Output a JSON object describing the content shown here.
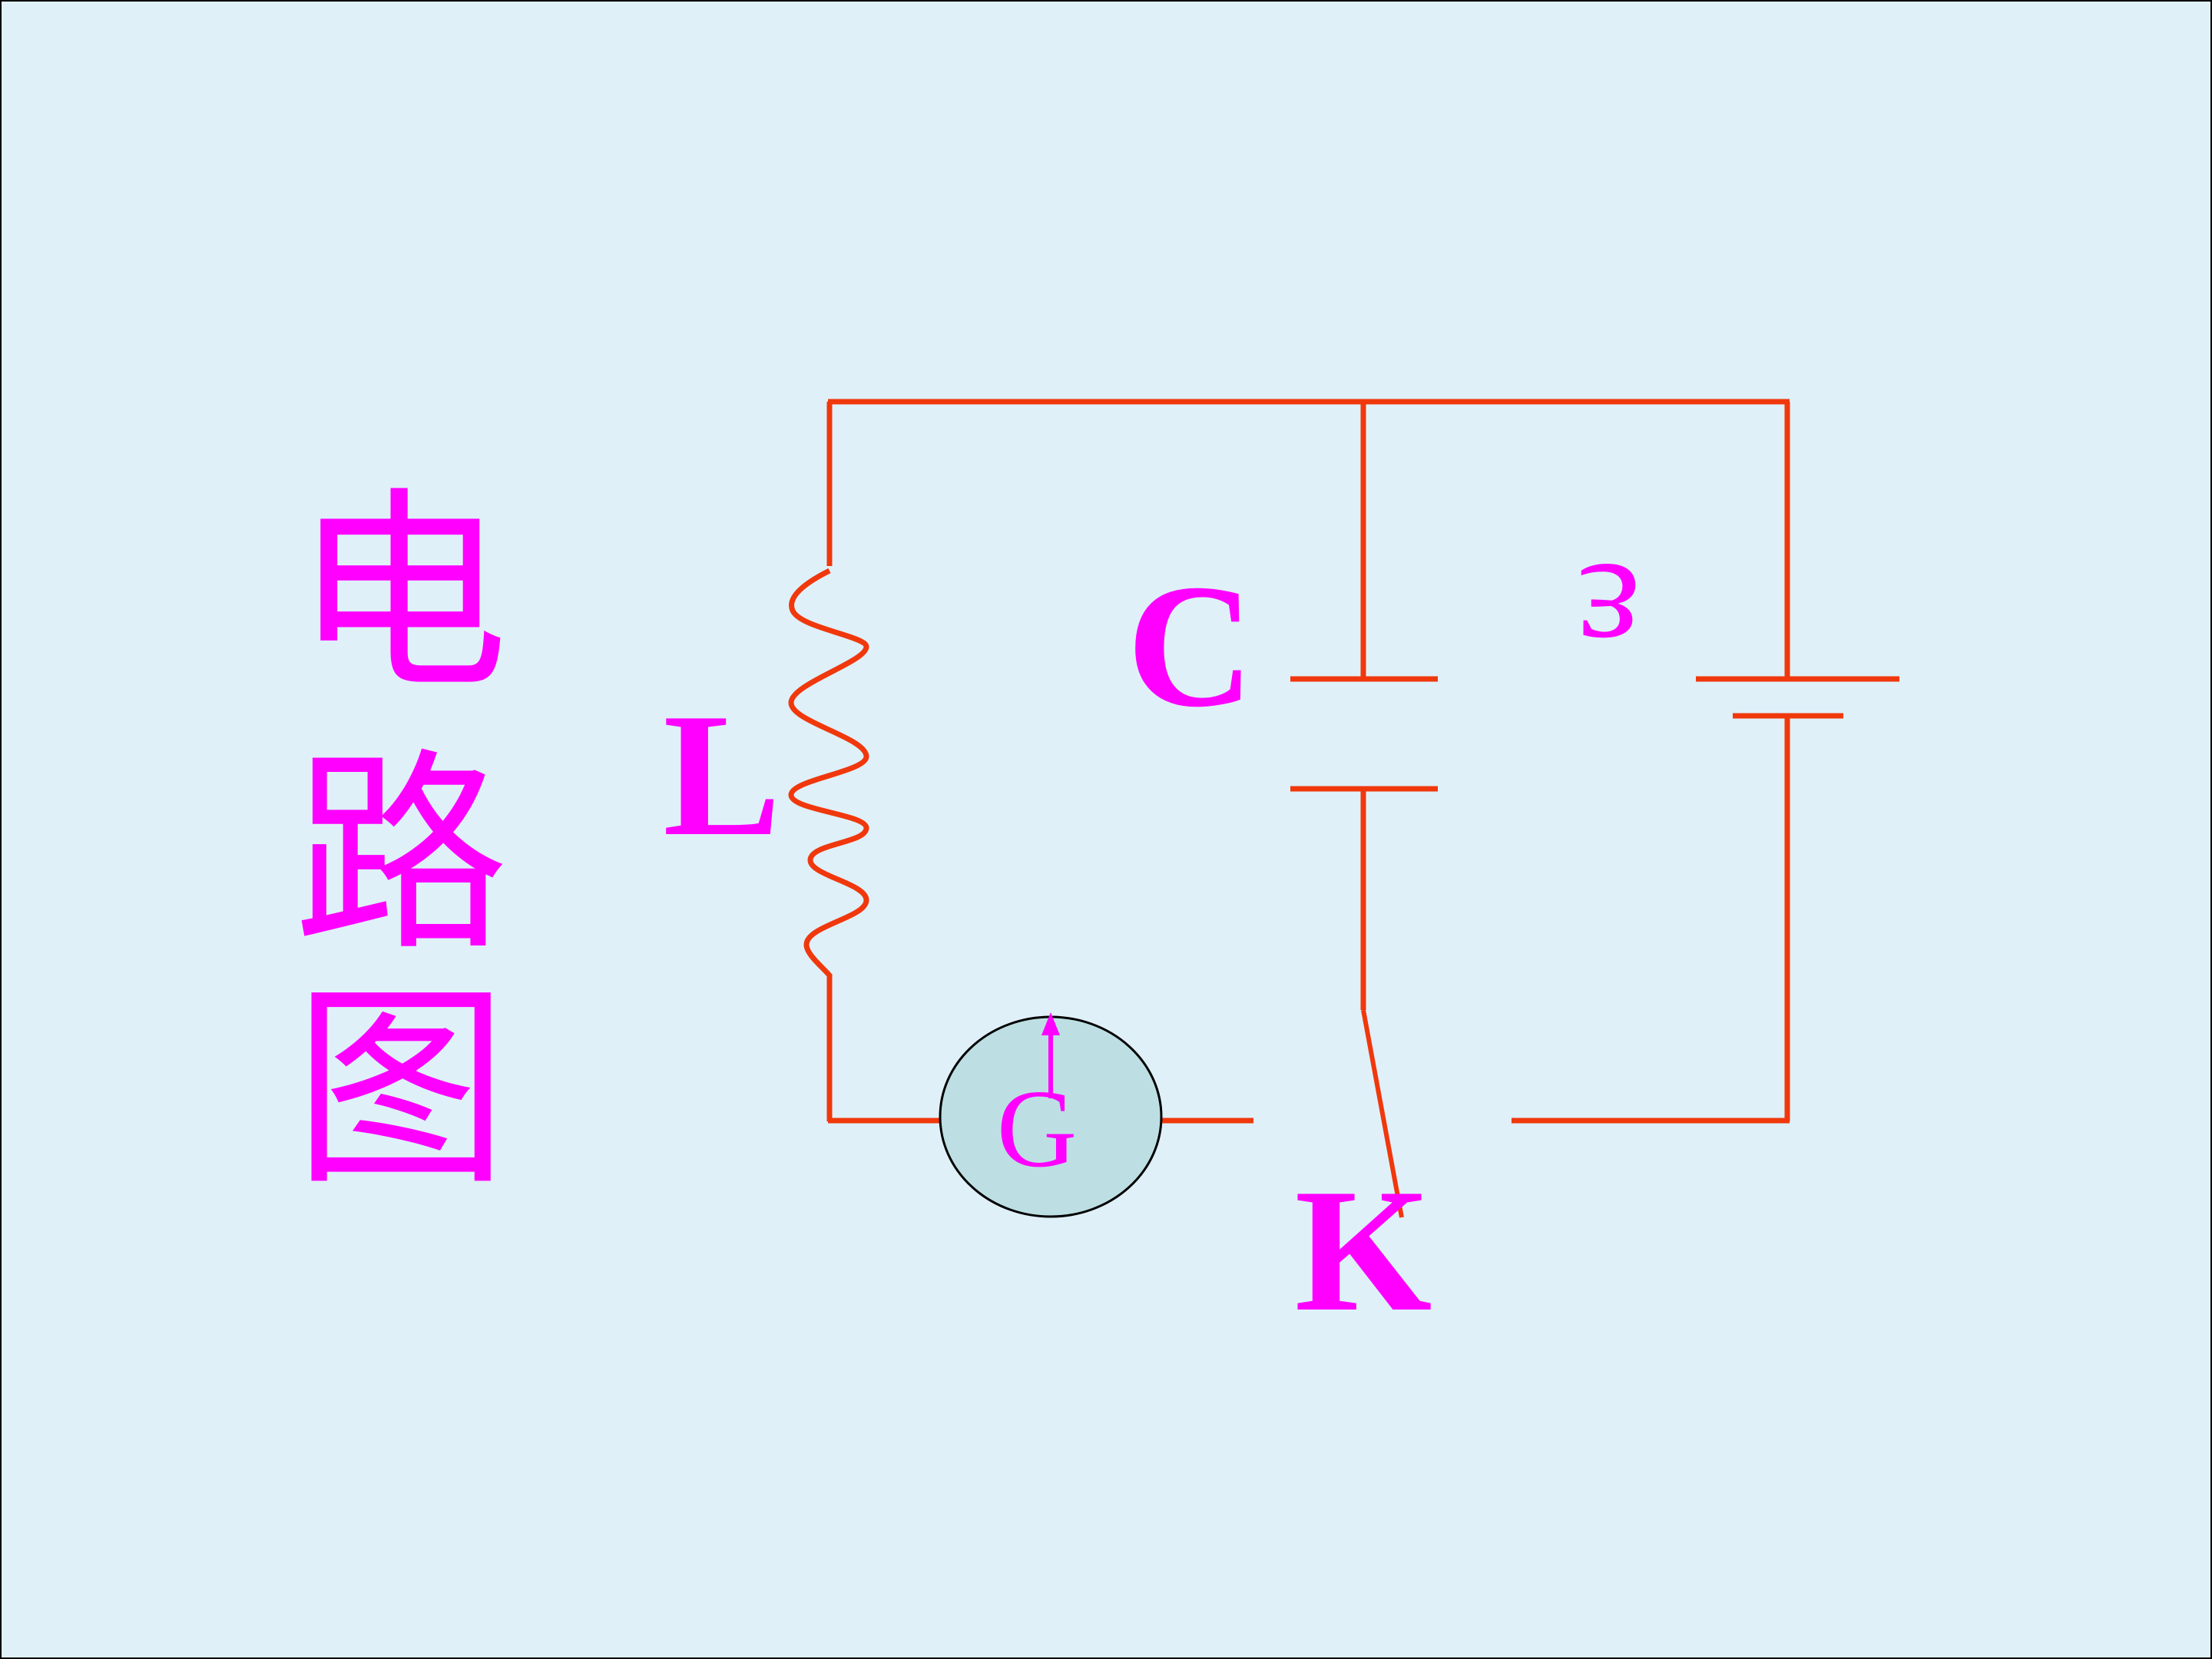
{
  "title": {
    "chars": [
      "电",
      "路",
      "图"
    ]
  },
  "labels": {
    "inductor": "L",
    "capacitor": "C",
    "emf": "ε",
    "galvanometer": "G",
    "switch": "K"
  },
  "colors": {
    "background": "#dff0f9",
    "wire": "#f0380c",
    "text": "#ff00ff",
    "galvanometer_fill": "#bddfe3",
    "outline": "#000000"
  }
}
